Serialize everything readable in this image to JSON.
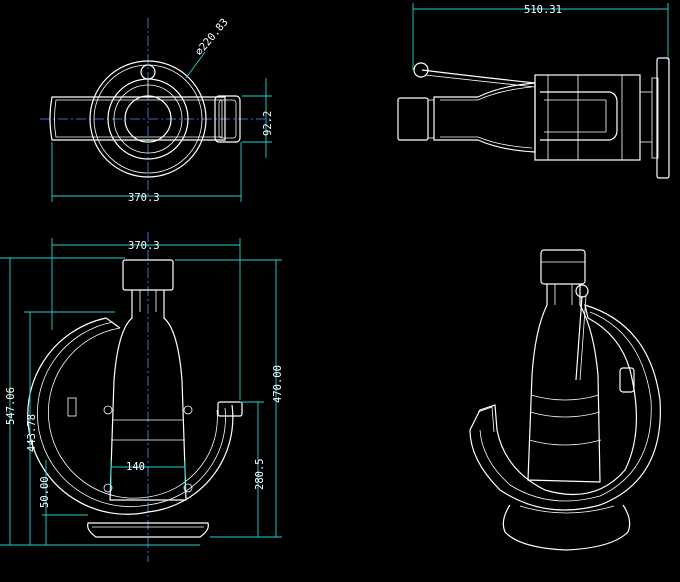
{
  "colors": {
    "background": "#000000",
    "geometry": "#ffffff",
    "dimension": "#1fd3d3",
    "centerline": "#4a90ff"
  },
  "dimensions": {
    "top_diameter": "⌀220.83",
    "top_width": "370.3",
    "top_depth": "92.2",
    "side_length": "510.31",
    "front_width": "370.3",
    "front_total_height": "547.06",
    "front_inner_height": "443.78",
    "front_base_offset": "50.00",
    "front_bottle_width": "140",
    "front_right_height": "470.00",
    "front_right_lower": "280.5"
  }
}
